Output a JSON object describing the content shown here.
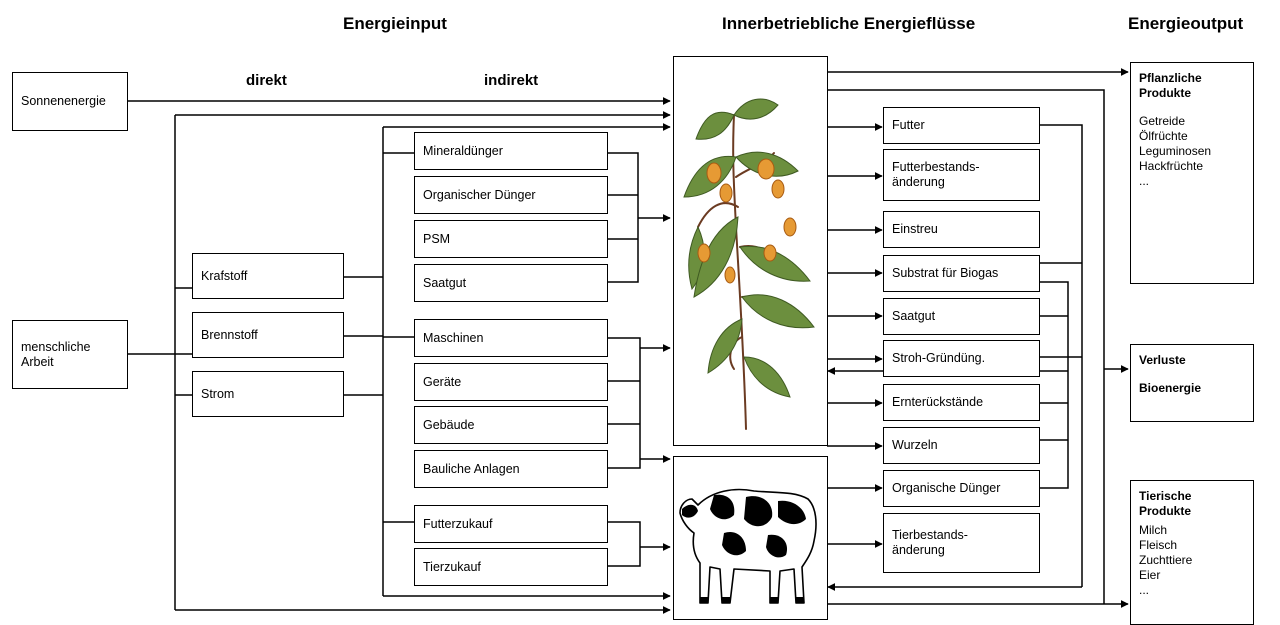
{
  "headers": {
    "input": "Energieinput",
    "flows": "Innerbetriebliche Energieflüsse",
    "output": "Energieoutput",
    "direct": "direkt",
    "indirect": "indirekt"
  },
  "sources": {
    "sun": "Sonnenenergie",
    "labor": "menschliche\nArbeit"
  },
  "direct_inputs": [
    "Krafstoff",
    "Brennstoff",
    "Strom"
  ],
  "indirect_inputs": {
    "group1": [
      "Mineraldünger",
      "Organischer Dünger",
      "PSM",
      "Saatgut"
    ],
    "group2": [
      "Maschinen",
      "Geräte",
      "Gebäude",
      "Bauliche Anlagen"
    ],
    "group3": [
      "Futterzukauf",
      "Tierzukauf"
    ]
  },
  "internal_flows": {
    "plant": [
      "Futter",
      "Futterbestands-\nänderung",
      "Einstreu",
      "Substrat für Biogas",
      "Saatgut",
      "Stroh-Gründüng.",
      "Ernterückstände",
      "Wurzeln"
    ],
    "animal": [
      "Organische Dünger",
      "Tierbestands-\nänderung"
    ]
  },
  "outputs": {
    "plant": {
      "title": "Pflanzliche\nProdukte",
      "items": [
        "Getreide",
        "Ölfrüchte",
        "Leguminosen",
        "Hackfrüchte",
        "..."
      ]
    },
    "losses": {
      "title": "Verluste",
      "subtitle": "Bioenergie"
    },
    "animal": {
      "title": "Tierische\nProdukte",
      "items": [
        "Milch",
        "Fleisch",
        "Zuchttiere",
        "Eier",
        "..."
      ]
    }
  }
}
